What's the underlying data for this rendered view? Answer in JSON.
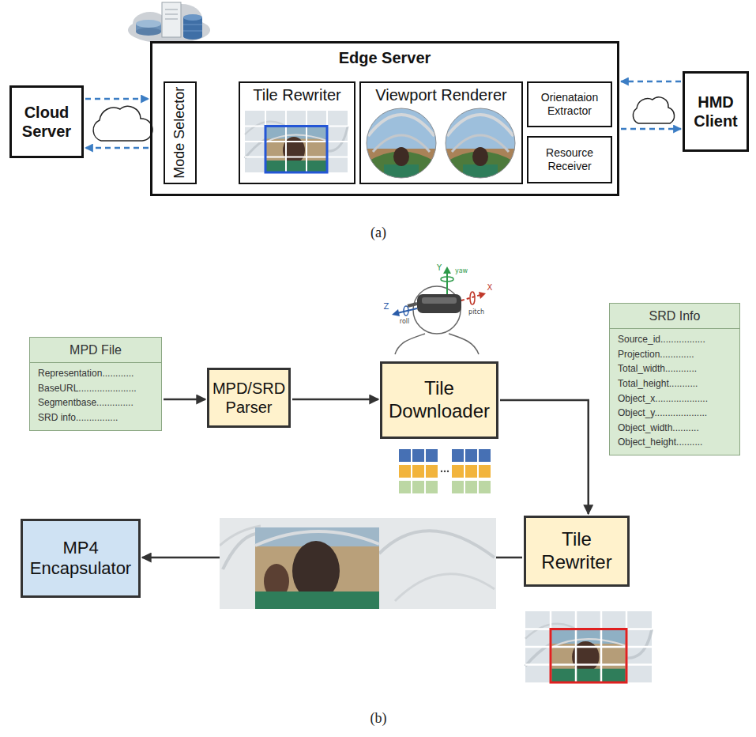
{
  "diagram": {
    "nodes": [
      {
        "text": [
          "Cloud Server"
        ]
      },
      {
        "text": [
          "Edge Server"
        ]
      },
      {
        "text": [
          "Mode Selector"
        ],
        "in": 1
      },
      {
        "text": [
          "Tile Rewriter"
        ],
        "in": 1
      },
      {
        "text": [
          "Viewport Renderer"
        ],
        "in": 1
      },
      {
        "text": [
          "Orienataion Extractor"
        ],
        "in": 1
      },
      {
        "text": [
          "Resource Receiver"
        ],
        "in": 1
      },
      {
        "text": [
          "HMD Client"
        ]
      },
      {
        "text": [
          "MPD File",
          "Representation............",
          "BaseURL......................",
          "Segmentbase..............",
          "SRD info................"
        ]
      },
      {
        "text": [
          "MPD/SRD Parser"
        ]
      },
      {
        "text": [
          "Tile Downloader"
        ]
      },
      {
        "text": [
          "SRD Info",
          "Source_id.................",
          "Projection.............",
          "Total_width............",
          "Total_height...........",
          "Object_x....................",
          "Object_y....................",
          "Object_width..........",
          "Object_height.........."
        ]
      },
      {
        "text": [
          "MP4 Encapsulator"
        ]
      },
      {
        "text": [
          "Tile Rewriter"
        ]
      }
    ],
    "edges": [
      {
        "from": 0,
        "to": 1,
        "arrow": "to"
      },
      {
        "from": 1,
        "to": 0,
        "arrow": "to"
      },
      {
        "from": 7,
        "to": 1,
        "arrow": "to"
      },
      {
        "from": 1,
        "to": 7,
        "arrow": "to"
      },
      {
        "from": 8,
        "to": 9,
        "arrow": "to"
      },
      {
        "from": 9,
        "to": 10,
        "arrow": "to"
      },
      {
        "from": 10,
        "to": 13,
        "arrow": "to"
      },
      {
        "from": 13,
        "to": 12,
        "arrow": "to"
      }
    ],
    "labels": [
      "(a)",
      "Y",
      "yaw",
      "X",
      "pitch",
      "Z",
      "roll",
      "(b)"
    ]
  }
}
